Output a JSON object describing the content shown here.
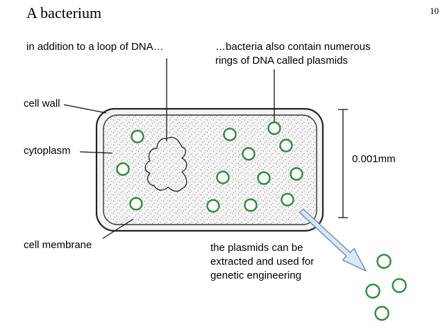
{
  "title": "A bacterium",
  "page_number": "10",
  "labels": {
    "loop_dna": "in addition to a loop of DNA…",
    "plasmids_line1": "…bacteria also contain numerous",
    "plasmids_line2": "rings of DNA called plasmids",
    "cell_wall": "cell wall",
    "cytoplasm": "cytoplasm",
    "cell_membrane": "cell membrane",
    "scale": "0.001mm",
    "extract_line1": "the plasmids can be",
    "extract_line2": "extracted and used for",
    "extract_line3": "genetic engineering"
  },
  "colors": {
    "plasmid": "#2e8b3a",
    "arrow_fill": "#d6e8f7",
    "arrow_stroke": "#5a7fa8"
  }
}
